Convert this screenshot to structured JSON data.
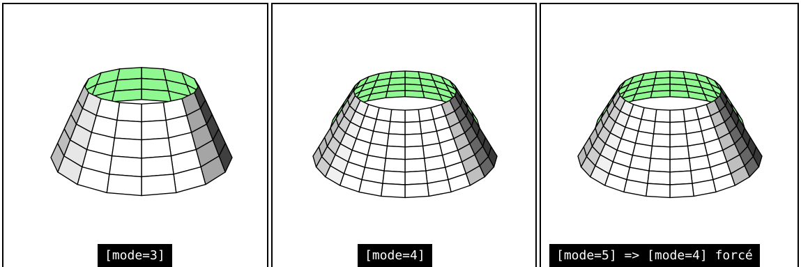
{
  "panels": [
    {
      "label": "[mode=3]",
      "cols": 16,
      "rows": 5
    },
    {
      "label": "[mode=4]",
      "cols": 24,
      "rows": 7
    },
    {
      "label": "[mode=5] => [mode=4] forcé",
      "cols": 24,
      "rows": 7
    }
  ],
  "colors": {
    "top_band": "#90f890",
    "lit_face": "#ffffff",
    "shade_light": "#e8e8e8",
    "shade_dark": "#404040",
    "edge": "#000000"
  }
}
